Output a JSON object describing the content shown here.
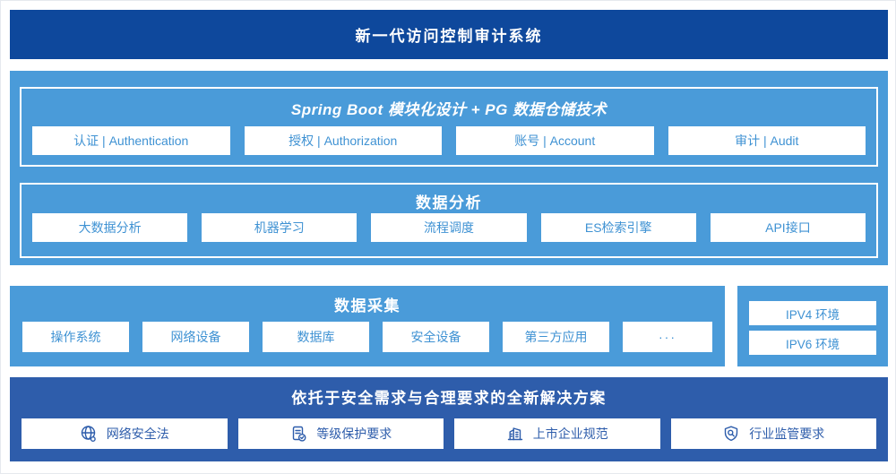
{
  "colors": {
    "top_banner": "#0e489c",
    "sky_section": "#4a9bd9",
    "solution_section": "#2e5dab",
    "box_text": "#3f92d3"
  },
  "header": {
    "title": "新一代访问控制审计系统"
  },
  "platform": {
    "title": "Spring Boot 模块化设计 + PG 数据仓储技术",
    "modules": [
      "认证 | Authentication",
      "授权 | Authorization",
      "账号 | Account",
      "审计 | Audit"
    ]
  },
  "analysis": {
    "title": "数据分析",
    "modules": [
      "大数据分析",
      "机器学习",
      "流程调度",
      "ES检索引擎",
      "API接口"
    ]
  },
  "collection": {
    "title": "数据采集",
    "sources": [
      "操作系统",
      "网络设备",
      "数据库",
      "安全设备",
      "第三方应用",
      "···"
    ]
  },
  "environments": {
    "items": [
      "IPV4 环境",
      "IPV6 环境"
    ]
  },
  "solution": {
    "title": "依托于安全需求与合理要求的全新解决方案",
    "items": [
      {
        "icon": "globe-icon",
        "label": "网络安全法"
      },
      {
        "icon": "document-check-icon",
        "label": "等级保护要求"
      },
      {
        "icon": "building-icon",
        "label": "上市企业规范"
      },
      {
        "icon": "shield-search-icon",
        "label": "行业监管要求"
      }
    ]
  }
}
